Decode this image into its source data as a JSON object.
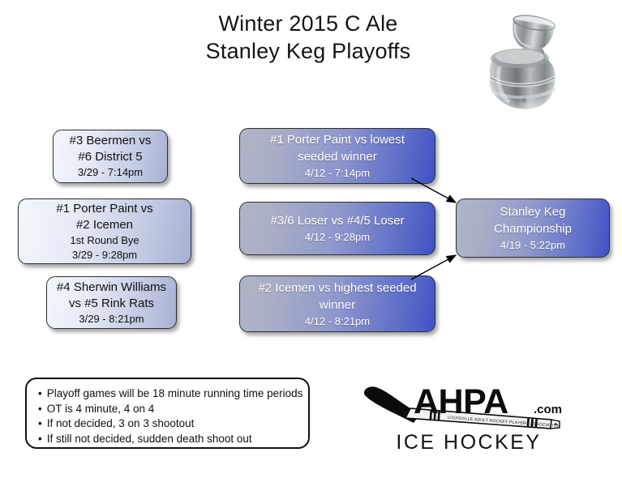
{
  "header": {
    "title_line_1": "Winter 2015 C Ale",
    "title_line_2": "Stanley Keg Playoffs"
  },
  "bracket": {
    "round1": [
      {
        "id": "beermen",
        "line1": "#3 Beermen vs",
        "line2": "#6 District 5",
        "line3": "3/29 - 7:14pm"
      },
      {
        "id": "porter-bye",
        "line1": "#1 Porter Paint vs",
        "line2": "#2 Icemen",
        "line3": "1st Round Bye",
        "line4": "3/29 - 9:28pm"
      },
      {
        "id": "sherwin",
        "line1": "#4 Sherwin Williams",
        "line2": "vs #5 Rink Rats",
        "line3": "3/29 - 8:21pm"
      }
    ],
    "round2": [
      {
        "id": "semi-1",
        "line1": "#1 Porter Paint vs lowest",
        "line2": "seeded winner",
        "line3": "4/12 - 7:14pm"
      },
      {
        "id": "consolation",
        "line1": "#3/6 Loser vs #4/5 Loser",
        "line2": "4/12 - 9:28pm"
      },
      {
        "id": "semi-2",
        "line1": "#2 Icemen vs highest seeded",
        "line2": "winner",
        "line3": "4/12 - 8:21pm"
      }
    ],
    "final": {
      "id": "final",
      "line1": "Stanley Keg",
      "line2": "Championship",
      "line3": "4/19 - 5:22pm"
    }
  },
  "rules": {
    "items": [
      "Playoff games will be 18 minute running time periods",
      "OT is 4 minute, 4 on 4",
      "If not decided, 3 on 3 shootout",
      "If still not decided, sudden death shoot out"
    ]
  },
  "logo": {
    "wordmark": "AHPA",
    "domain": ".com",
    "banner_text": "LOUISVILLE ADULT HOCKEY PLAYERS ASSOCIATION",
    "tagline": "ICE HOCKEY"
  },
  "colors": {
    "accent_blue": "#4052c4",
    "box_light_start": "#f4f6fc",
    "box_light_end": "#a7b0d2",
    "box_blue_start": "#b0b4c6",
    "text_dark": "#111111",
    "text_light": "#ffffff",
    "background": "#ffffff"
  }
}
